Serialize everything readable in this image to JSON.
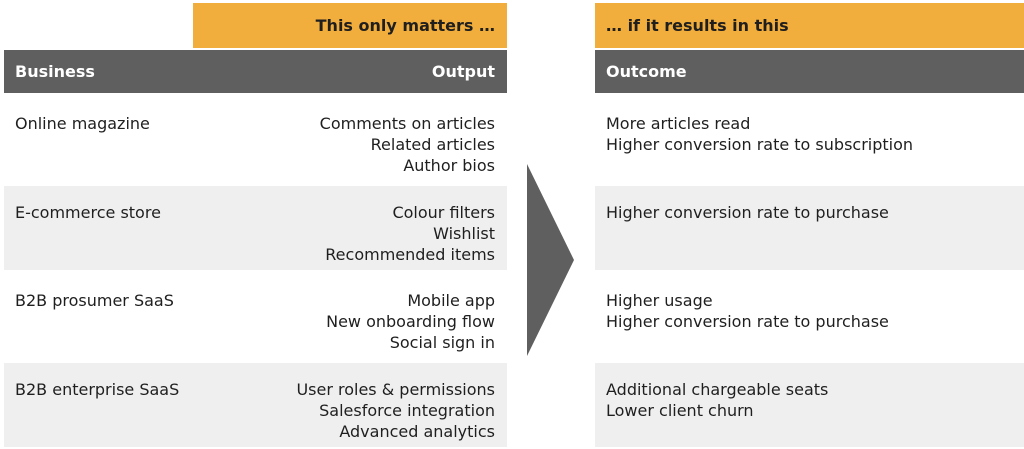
{
  "banners": {
    "left": "This only matters …",
    "right": "… if it results in this"
  },
  "headers": {
    "business": "Business",
    "output": "Output",
    "outcome": "Outcome"
  },
  "rows": [
    {
      "business": "Online magazine",
      "outputs": [
        "Comments on articles",
        "Related articles",
        "Author bios"
      ],
      "outcomes": [
        "More articles read",
        "Higher conversion rate to subscription"
      ]
    },
    {
      "business": "E-commerce store",
      "outputs": [
        "Colour filters",
        "Wishlist",
        "Recommended items"
      ],
      "outcomes": [
        "Higher conversion rate to purchase"
      ]
    },
    {
      "business": "B2B prosumer SaaS",
      "outputs": [
        "Mobile app",
        "New onboarding flow",
        "Social sign in"
      ],
      "outcomes": [
        "Higher usage",
        "Higher conversion rate to purchase"
      ]
    },
    {
      "business": "B2B enterprise SaaS",
      "outputs": [
        "User roles & permissions",
        "Salesforce integration",
        "Advanced analytics"
      ],
      "outcomes": [
        "Additional chargeable seats",
        "Lower client churn"
      ]
    }
  ],
  "colors": {
    "banner": "#f2ae3c",
    "header": "#5f5f5f",
    "shaded_row": "#efefef",
    "arrow": "#5f5f5f"
  },
  "icons": {
    "arrow": "chevron-right-icon"
  }
}
